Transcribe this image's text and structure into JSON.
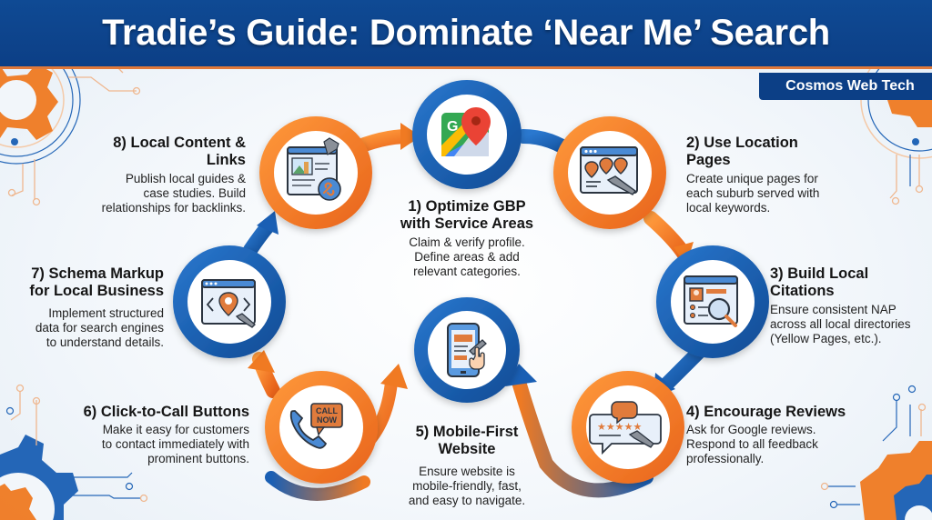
{
  "header": {
    "title": "Tradie’s Guide: Dominate ‘Near Me’ Search",
    "brand": "Cosmos Web Tech"
  },
  "colors": {
    "header_blue": "#0c3f86",
    "ring_blue": "#1a5fb4",
    "ring_orange": "#f07a22",
    "accent_orange": "#e0793a",
    "background": "#f3f7fb"
  },
  "steps": [
    {
      "number": 1,
      "title_line1": "1) Optimize GBP",
      "title_line2": "with Service Areas",
      "desc_line1": "Claim & verify profile.",
      "desc_line2": "Define areas & add",
      "desc_line3": "relevant categories.",
      "icon": "google-maps-icon",
      "ring": "blue"
    },
    {
      "number": 2,
      "title_line1": "2) Use Location",
      "title_line2": "Pages",
      "desc_line1": "Create unique pages for",
      "desc_line2": "each suburb served with",
      "desc_line3": "local keywords.",
      "icon": "location-pages-icon",
      "ring": "orange"
    },
    {
      "number": 3,
      "title_line1": "3) Build Local",
      "title_line2": "Citations",
      "desc_line1": "Ensure consistent NAP",
      "desc_line2": "across all local directories",
      "desc_line3": "(Yellow Pages, etc.).",
      "icon": "directory-search-icon",
      "ring": "blue"
    },
    {
      "number": 4,
      "title_line1": "4) Encourage Reviews",
      "desc_line1": "Ask for Google reviews.",
      "desc_line2": "Respond to all feedback",
      "desc_line3": "professionally.",
      "icon": "review-stars-icon",
      "ring": "orange"
    },
    {
      "number": 5,
      "title_line1": "5) Mobile-First",
      "title_line2": "Website",
      "desc_line1": "Ensure website is",
      "desc_line2": "mobile-friendly, fast,",
      "desc_line3": "and easy to navigate.",
      "icon": "mobile-phone-icon",
      "ring": "blue"
    },
    {
      "number": 6,
      "title_line1": "6) Click-to-Call Buttons",
      "desc_line1": "Make it easy for customers",
      "desc_line2": "to contact immediately with",
      "desc_line3": "prominent buttons.",
      "icon": "call-now-icon",
      "icon_text_line1": "CALL",
      "icon_text_line2": "NOW",
      "ring": "orange"
    },
    {
      "number": 7,
      "title_line1": "7) Schema Markup",
      "title_line2": "for Local Business",
      "desc_line1": "Implement structured",
      "desc_line2": "data for search engines",
      "desc_line3": "to understand details.",
      "icon": "schema-code-icon",
      "ring": "blue"
    },
    {
      "number": 8,
      "title_line1": "8) Local Content &",
      "title_line2": "Links",
      "desc_line1": "Publish local guides &",
      "desc_line2": "case studies. Build",
      "desc_line3": "relationships for backlinks.",
      "icon": "content-link-icon",
      "ring": "orange"
    }
  ]
}
